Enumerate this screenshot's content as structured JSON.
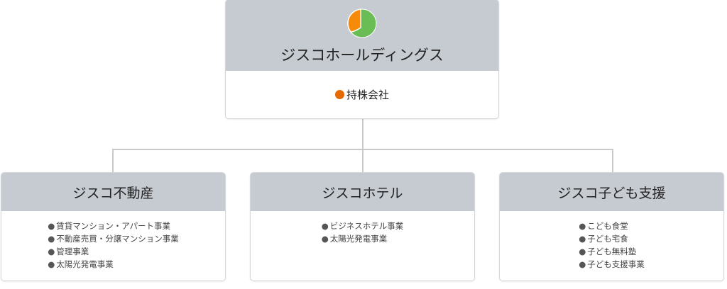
{
  "holding": {
    "name": "ジスコホールディングス",
    "type": "持株会社",
    "logo_colors": [
      "#f58a0b",
      "#69bd54"
    ],
    "type_dot_color": "#e56a00"
  },
  "subsidiaries": [
    {
      "name": "ジスコ不動産",
      "items": [
        "賃貸マンション・アパート事業",
        "不動産売買・分譲マンション事業",
        "管理事業",
        "太陽光発電事業"
      ]
    },
    {
      "name": "ジスコホテル",
      "items": [
        "ビジネスホテル事業",
        "太陽光発電事業"
      ]
    },
    {
      "name": "ジスコ子ども支援",
      "items": [
        "こども食堂",
        "子ども宅食",
        "子ども無料塾",
        "子ども支援事業"
      ]
    }
  ]
}
